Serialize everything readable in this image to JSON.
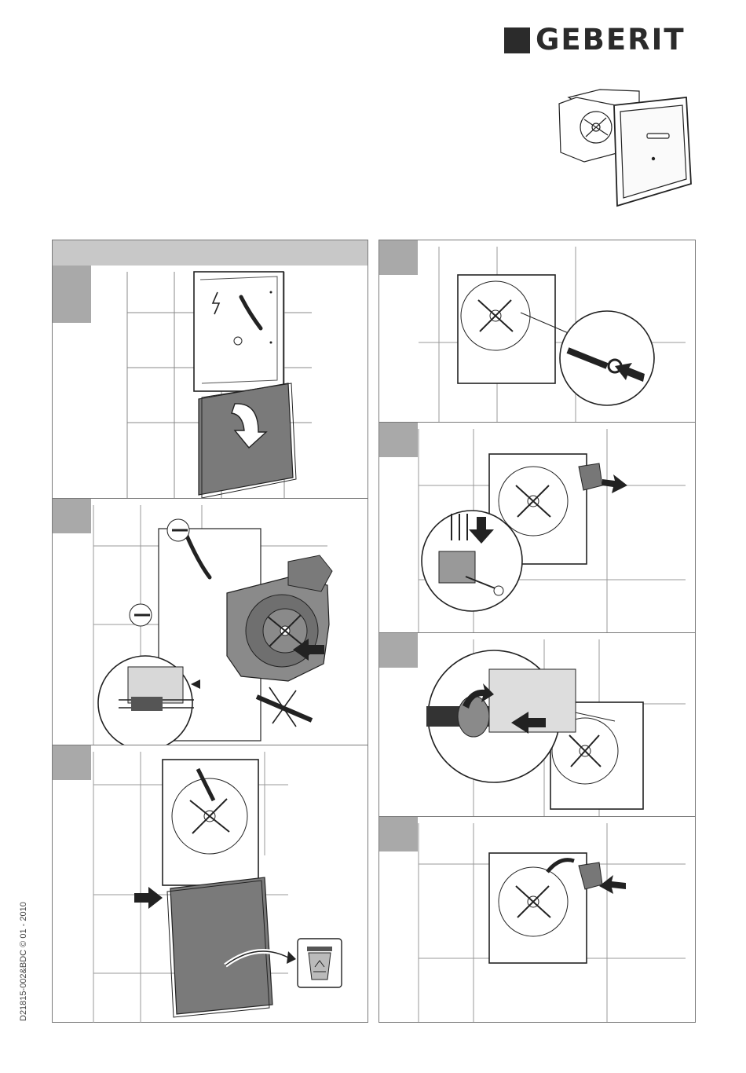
{
  "brand": {
    "name": "GEBERIT"
  },
  "footer": {
    "document_code": "D21815-002&BDC © 01 - 2010"
  },
  "steps_left": [
    {
      "id": "remove-cover",
      "icons": [
        "danger-voltage-icon",
        "arrow-down-icon"
      ]
    },
    {
      "id": "mount-fan-unit",
      "icons": [
        "screw-icon",
        "push-arrow-icon",
        "no-tool-icon"
      ]
    },
    {
      "id": "dispose-old-cover",
      "icons": [
        "push-arrow-icon",
        "recycle-bin-icon"
      ]
    }
  ],
  "steps_right": [
    {
      "id": "insert-cable-grommet",
      "icons": [
        "push-arrow-icon"
      ]
    },
    {
      "id": "connect-terminal",
      "icons": [
        "pull-arrow-icon",
        "arrow-down-icon",
        "screwdriver-icon"
      ]
    },
    {
      "id": "seat-cable-grommet",
      "icons": [
        "rotate-arrow-icon",
        "push-arrow-icon"
      ]
    },
    {
      "id": "insert-connector-cover",
      "icons": [
        "push-arrow-icon"
      ]
    }
  ]
}
